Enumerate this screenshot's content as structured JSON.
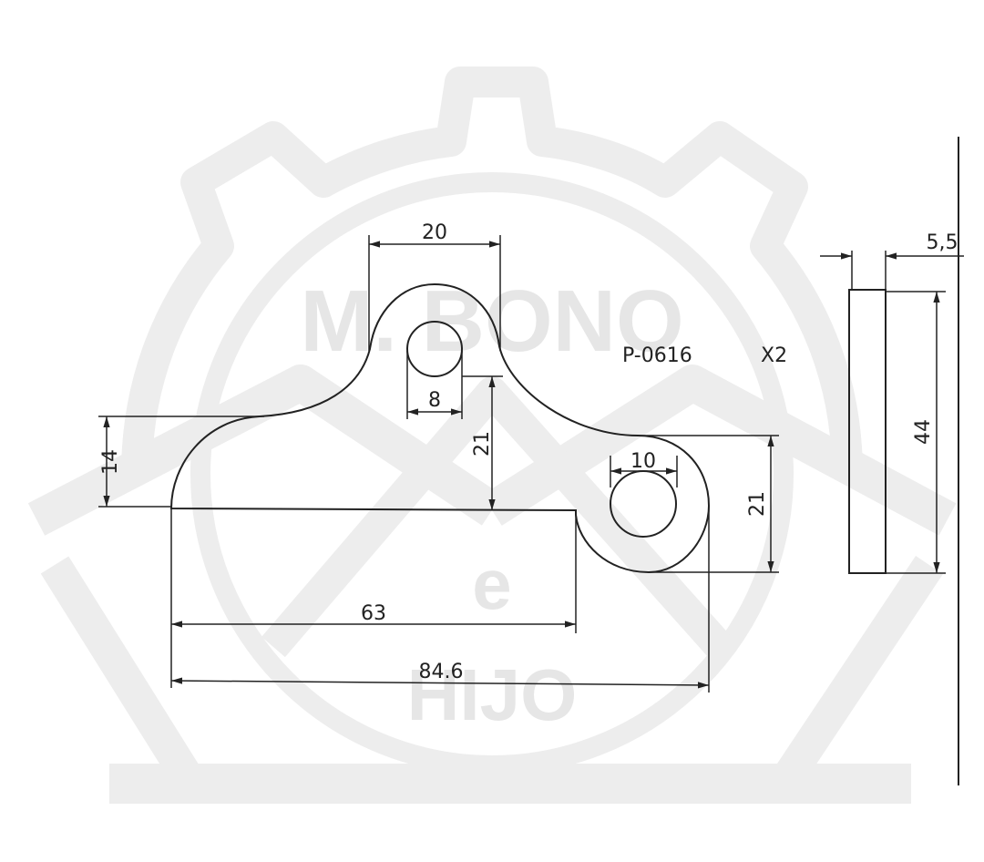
{
  "watermark": {
    "line1": "M. BONO",
    "line2": "e",
    "line3": "HIJO",
    "color": "#e8e8e8"
  },
  "part": {
    "code": "P-0616",
    "quantity": "X2"
  },
  "dimensions": {
    "top_width": "20",
    "hole_small": "8",
    "hole_large": "10",
    "left_height": "14",
    "center_height": "21",
    "right_height": "21",
    "base_length": "63",
    "total_length": "84.6",
    "thickness": "5,5",
    "side_height": "44"
  },
  "colors": {
    "ink": "#222222"
  }
}
